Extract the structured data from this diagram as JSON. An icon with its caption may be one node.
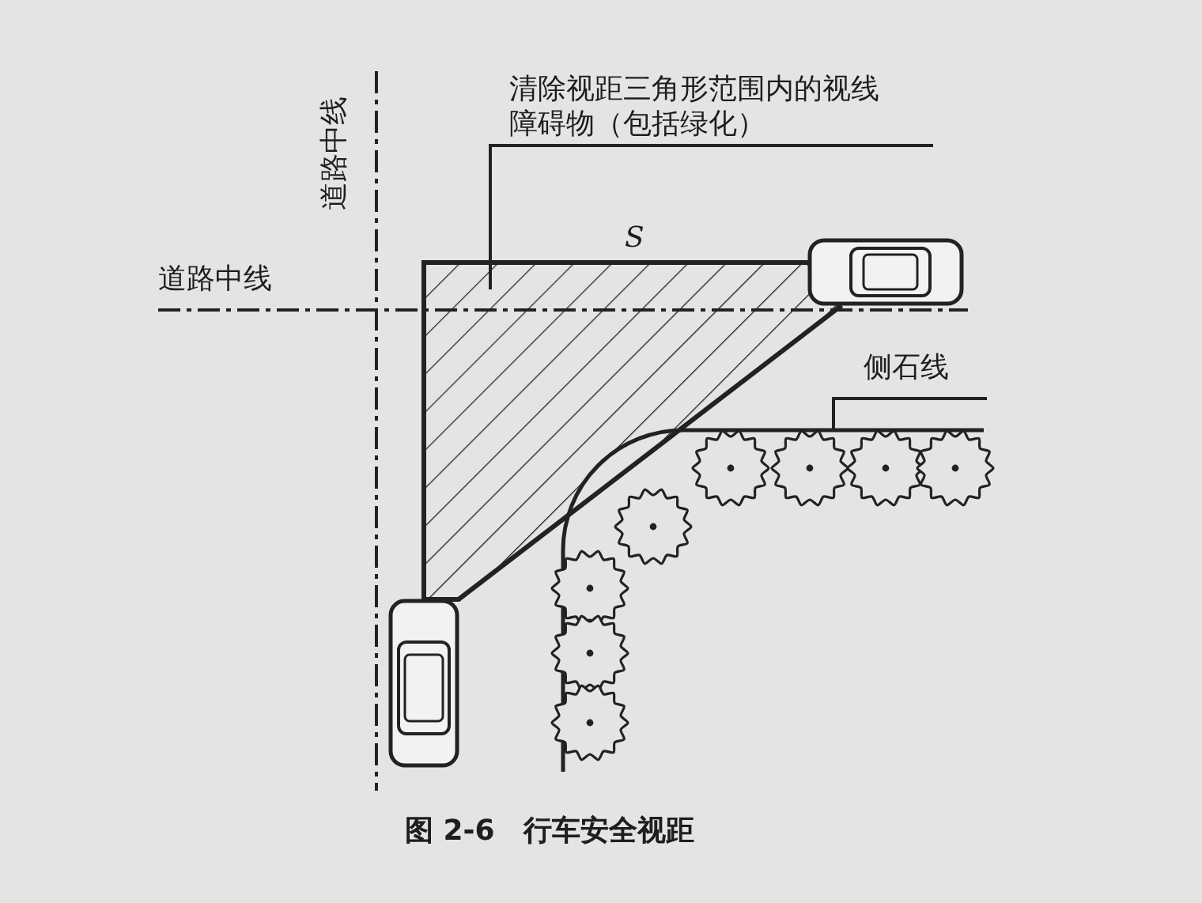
{
  "diagram": {
    "caption": "图 2-6　行车安全视距",
    "nodes": [
      {
        "text": [
          "清除视距三角形范围内的视线障碍物（包括绿化）"
        ]
      },
      {
        "text": [],
        "shape": "triangle",
        "beside": [
          "S"
        ]
      },
      {
        "text": [
          "侧石线"
        ]
      },
      {
        "text": [],
        "shape": "line"
      }
    ],
    "edges": [
      {
        "from": 0,
        "to": 1,
        "arrow": "none"
      },
      {
        "from": 2,
        "to": 3,
        "arrow": "none"
      }
    ],
    "labels": [
      "道路中线",
      "道路中线"
    ]
  }
}
